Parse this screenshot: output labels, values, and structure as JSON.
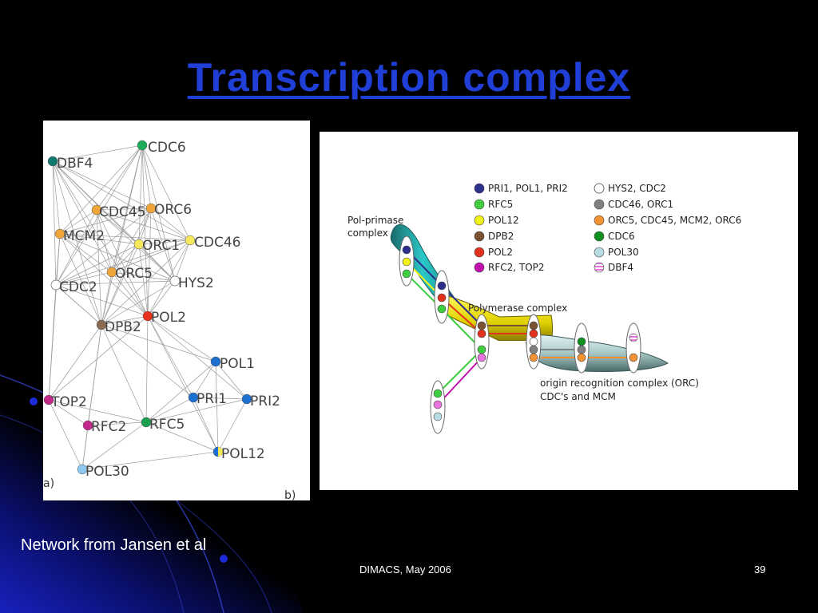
{
  "slide": {
    "title": "Transcription  complex",
    "caption": "Network from Jansen et al",
    "footer": "DIMACS, May 2006",
    "page_number": "39"
  },
  "colors": {
    "title": "#1f3fd6",
    "background": "#000000",
    "dark_blue": "#2c2f8c",
    "green": "#3fce3f",
    "yellow": "#f2f21a",
    "brown": "#7a5232",
    "red": "#e2321d",
    "magenta": "#c20fb0",
    "white": "#ffffff",
    "gray": "#808080",
    "orange": "#f39234",
    "dark_green": "#0f8f1e",
    "light_blue": "#b8dce4",
    "pink_striped": "#e873e0",
    "teal": "#2aa6a6"
  },
  "panel_a": {
    "label": "a)",
    "label_b": "b)",
    "nodes": [
      {
        "id": "CDC6",
        "color": "#1cac5a"
      },
      {
        "id": "DBF4",
        "color": "#0f7a6e"
      },
      {
        "id": "CDC45",
        "color": "#f0a53a"
      },
      {
        "id": "ORC6",
        "color": "#f0a53a"
      },
      {
        "id": "MCM2",
        "color": "#f0a53a"
      },
      {
        "id": "ORC1",
        "color": "#f5e85a"
      },
      {
        "id": "CDC46",
        "color": "#f5e85a"
      },
      {
        "id": "ORC5",
        "color": "#f0a53a"
      },
      {
        "id": "CDC2",
        "color": "#ffffff"
      },
      {
        "id": "HYS2",
        "color": "#ffffff"
      },
      {
        "id": "POL2",
        "color": "#e8321e"
      },
      {
        "id": "DPB2",
        "color": "#8a6a50"
      },
      {
        "id": "POL1",
        "color": "#1c6ed0"
      },
      {
        "id": "TOP2",
        "color": "#c2298a"
      },
      {
        "id": "PRI1",
        "color": "#1c6ed0"
      },
      {
        "id": "PRI2",
        "color": "#1c6ed0"
      },
      {
        "id": "RFC2",
        "color": "#c2298a"
      },
      {
        "id": "RFC5",
        "color": "#1ca050"
      },
      {
        "id": "POL12",
        "color": "#1c6ed0"
      },
      {
        "id": "POL30",
        "color": "#8ec8f0"
      }
    ]
  },
  "panel_b": {
    "labels": {
      "pol_primase_1": "Pol-primase",
      "pol_primase_2": "complex",
      "polymerase": "Polymerase complex",
      "orc_1": "origin recognition complex (ORC)",
      "orc_2": "CDC's and  MCM"
    },
    "legend": [
      {
        "label": "PRI1, POL1, PRI2",
        "color": "#2c2f8c"
      },
      {
        "label": "HYS2, CDC2",
        "color": "#ffffff"
      },
      {
        "label": "RFC5",
        "color": "#3fce3f"
      },
      {
        "label": "CDC46, ORC1",
        "color": "#808080"
      },
      {
        "label": "POL12",
        "color": "#f2f21a"
      },
      {
        "label": "ORC5, CDC45, MCM2, ORC6",
        "color": "#f39234"
      },
      {
        "label": "DPB2",
        "color": "#7a5232"
      },
      {
        "label": "CDC6",
        "color": "#0f8f1e"
      },
      {
        "label": "POL2",
        "color": "#e2321d"
      },
      {
        "label": "POL30",
        "color": "#b8dce4"
      },
      {
        "label": "RFC2, TOP2",
        "color": "#c20fb0"
      },
      {
        "label": "DBF4",
        "color": "#e873e0"
      }
    ]
  }
}
